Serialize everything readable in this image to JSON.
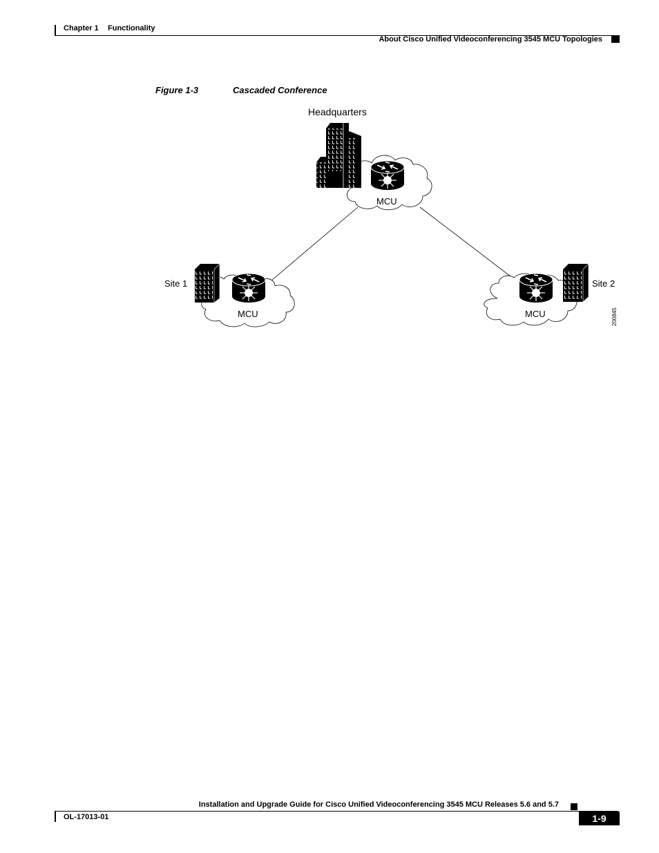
{
  "header": {
    "chapter": "Chapter 1",
    "chapter_title": "Functionality",
    "section_title": "About Cisco Unified Videoconferencing 3545 MCU Topologies"
  },
  "figure": {
    "number": "Figure 1-3",
    "title": "Cascaded Conference",
    "labels": {
      "headquarters": "Headquarters",
      "site1": "Site 1",
      "site2": "Site 2",
      "mcu_hq": "MCU",
      "mcu_site1": "MCU",
      "mcu_site2": "MCU",
      "art_id": "200845"
    }
  },
  "footer": {
    "guide_title": "Installation and Upgrade Guide for Cisco Unified Videoconferencing 3545 MCU Releases 5.6 and 5.7",
    "doc_number": "OL-17013-01",
    "page_number": "1-9"
  },
  "colors": {
    "ink": "#000000",
    "paper": "#ffffff"
  }
}
